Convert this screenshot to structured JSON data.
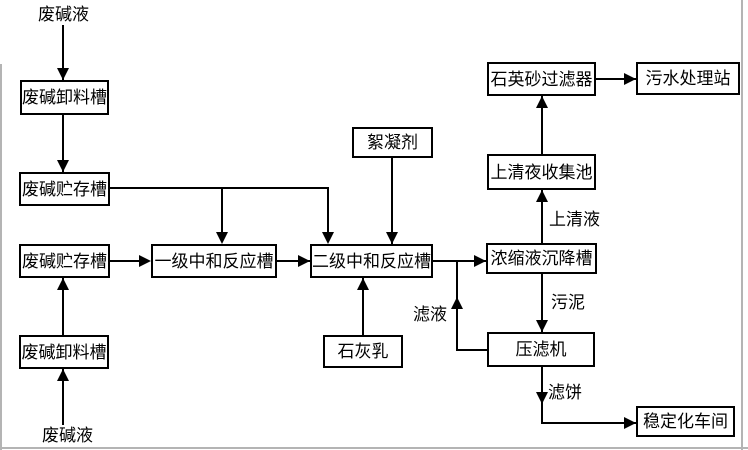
{
  "colors": {
    "background": "#ffffff",
    "ink": "#000000",
    "box_fill": "#ffffff",
    "frame_artifact": "#b4b4b4"
  },
  "nodes": {
    "unload_top": "废碱卸料槽",
    "storage_top": "废碱贮存槽",
    "storage_mid": "废碱贮存槽",
    "unload_bottom": "废碱卸料槽",
    "neutral_1": "一级中和反应槽",
    "neutral_2": "二级中和反应槽",
    "flocculant": "絮凝剂",
    "lime_milk": "石灰乳",
    "quartz_filter": "石英砂过滤器",
    "sewage_station": "污水处理站",
    "supernatant_pool": "上清夜收集池",
    "settling_tank": "浓缩液沉降槽",
    "filter_press": "压滤机",
    "stabilization": "稳定化车间"
  },
  "labels": {
    "waste_alkali_top": "废碱液",
    "waste_alkali_bottom": "废碱液",
    "supernatant": "上清液",
    "sludge": "污泥",
    "filtrate": "滤液",
    "filter_cake": "滤饼"
  },
  "edges": [
    {
      "from": "waste_alkali_top",
      "to": "unload_top",
      "label": ""
    },
    {
      "from": "unload_top",
      "to": "storage_top",
      "label": ""
    },
    {
      "from": "storage_top",
      "to": "neutral_1",
      "label": ""
    },
    {
      "from": "storage_top",
      "to": "neutral_2",
      "label": ""
    },
    {
      "from": "storage_mid",
      "to": "neutral_1",
      "label": ""
    },
    {
      "from": "unload_bottom",
      "to": "storage_mid",
      "label": ""
    },
    {
      "from": "waste_alkali_bottom",
      "to": "unload_bottom",
      "label": ""
    },
    {
      "from": "neutral_1",
      "to": "neutral_2",
      "label": ""
    },
    {
      "from": "flocculant",
      "to": "neutral_2",
      "label": ""
    },
    {
      "from": "lime_milk",
      "to": "neutral_2",
      "label": ""
    },
    {
      "from": "neutral_2",
      "to": "settling_tank",
      "label": ""
    },
    {
      "from": "settling_tank",
      "to": "supernatant_pool",
      "label": "上清液"
    },
    {
      "from": "supernatant_pool",
      "to": "quartz_filter",
      "label": ""
    },
    {
      "from": "quartz_filter",
      "to": "sewage_station",
      "label": ""
    },
    {
      "from": "settling_tank",
      "to": "filter_press",
      "label": "污泥"
    },
    {
      "from": "filter_press",
      "to": "settling_tank",
      "label": "滤液"
    },
    {
      "from": "filter_press",
      "to": "stabilization",
      "label": "滤饼"
    }
  ]
}
